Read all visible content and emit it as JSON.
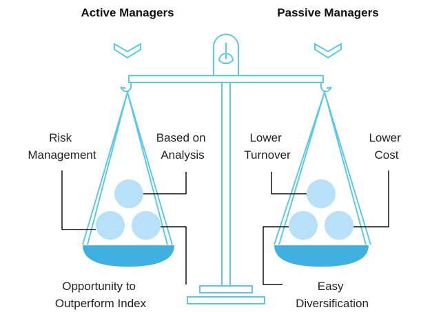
{
  "headers": {
    "left": "Active Managers",
    "right": "Passive Managers"
  },
  "labels": {
    "risk_line1": "Risk",
    "risk_line2": "Management",
    "analysis_line1": "Based on",
    "analysis_line2": "Analysis",
    "opportunity_line1": "Opportunity to",
    "opportunity_line2": "Outperform Index",
    "turnover_line1": "Lower",
    "turnover_line2": "Turnover",
    "cost_line1": "Lower",
    "cost_line2": "Cost",
    "diversification_line1": "Easy",
    "diversification_line2": "Diversification"
  },
  "colors": {
    "outline": "#5bc8e8",
    "pan_fill": "#3fb0e0",
    "ball_fill": "#b8e0f8",
    "connector": "#111111",
    "text": "#222222"
  }
}
